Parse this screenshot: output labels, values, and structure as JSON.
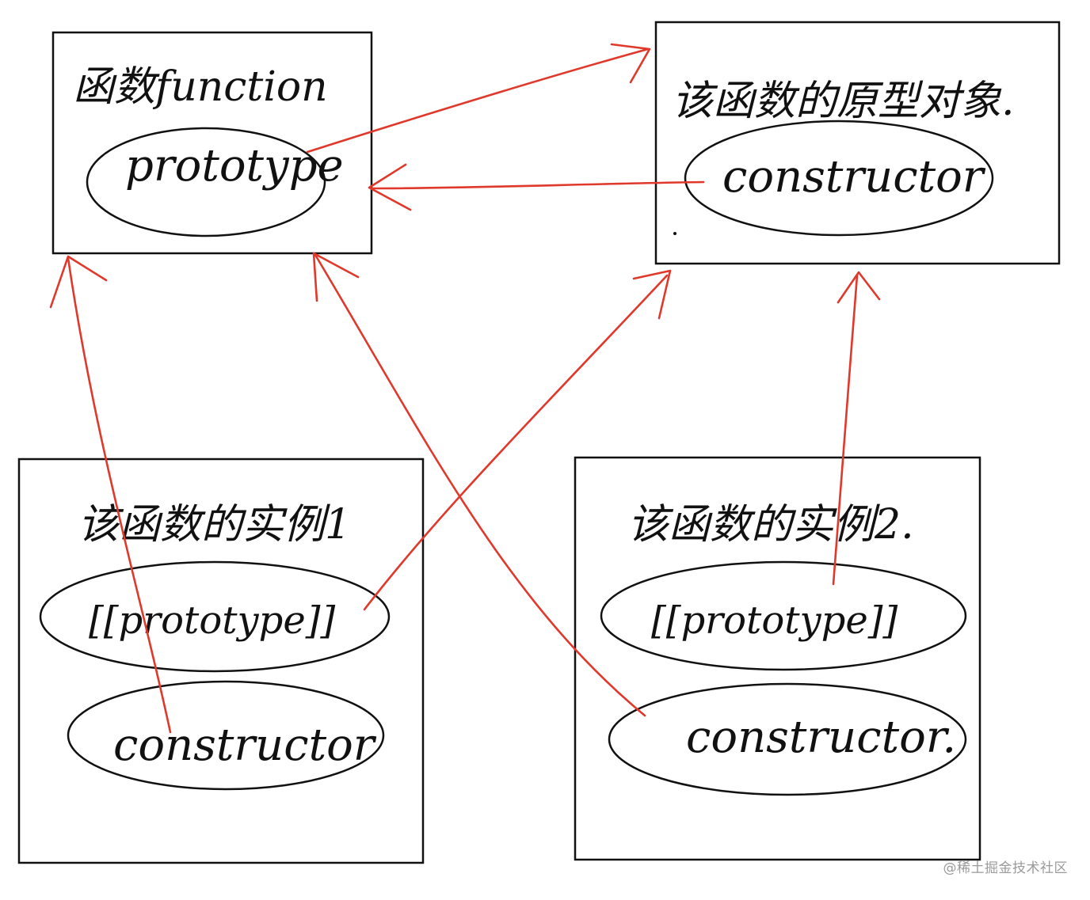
{
  "nodes": {
    "function_box": {
      "title": "函数function",
      "field": "prototype"
    },
    "prototype_object_box": {
      "title": "该函数的原型对象.",
      "field": "constructor"
    },
    "instance1_box": {
      "title": "该函数的实例1",
      "proto_field": "[[prototype]]",
      "constructor_field": "constructor"
    },
    "instance2_box": {
      "title": "该函数的实例2.",
      "proto_field": "[[prototype]]",
      "constructor_field": "constructor."
    }
  },
  "edges": [
    {
      "from": "function_box.prototype",
      "to": "prototype_object_box"
    },
    {
      "from": "prototype_object_box.constructor",
      "to": "function_box"
    },
    {
      "from": "instance1_box.constructor",
      "to": "function_box"
    },
    {
      "from": "instance1_box.[[prototype]]",
      "to": "prototype_object_box"
    },
    {
      "from": "instance2_box.constructor",
      "to": "function_box"
    },
    {
      "from": "instance2_box.[[prototype]]",
      "to": "prototype_object_box"
    }
  ],
  "colors": {
    "box_stroke": "#111111",
    "arrow": "#e0382b",
    "background": "#ffffff",
    "watermark": "#9a9a9a"
  },
  "watermark": "@稀土掘金技术社区"
}
